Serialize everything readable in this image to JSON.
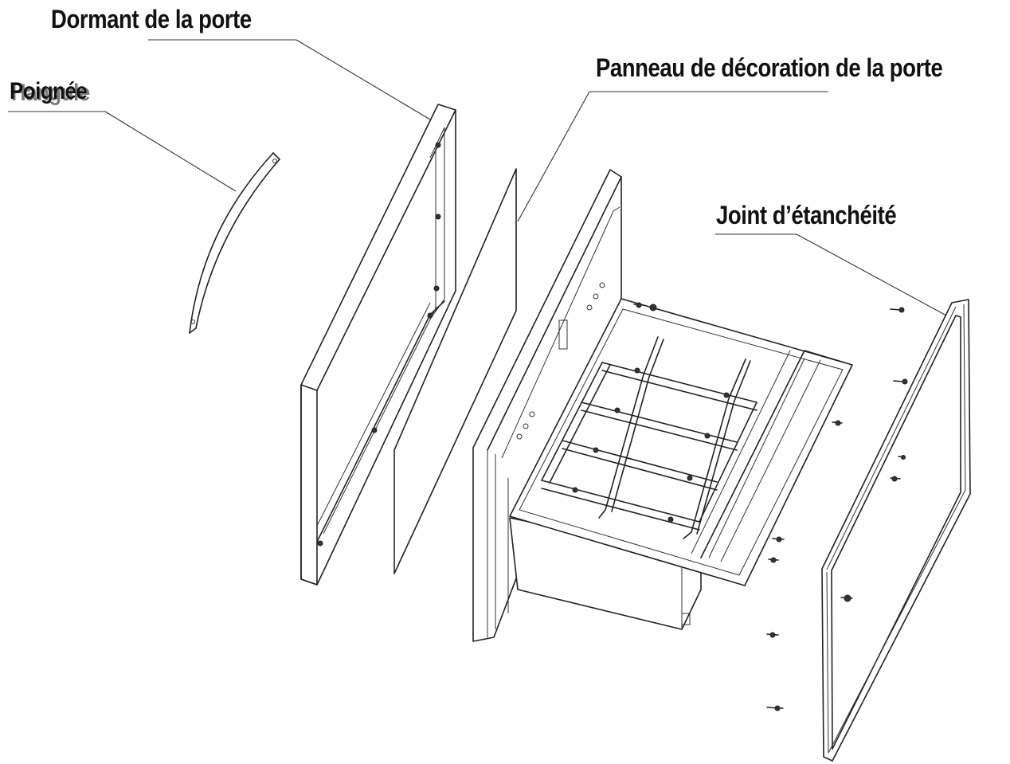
{
  "diagram": {
    "labels": {
      "dormant": "Dormant de la porte",
      "poignee": "Poignée",
      "poignee_overlap": "Hangule",
      "panneau": "Panneau de décoration de la porte",
      "joint": "Joint d’étanchéité"
    },
    "colors": {
      "ink": "#111111",
      "background": "#ffffff"
    }
  }
}
